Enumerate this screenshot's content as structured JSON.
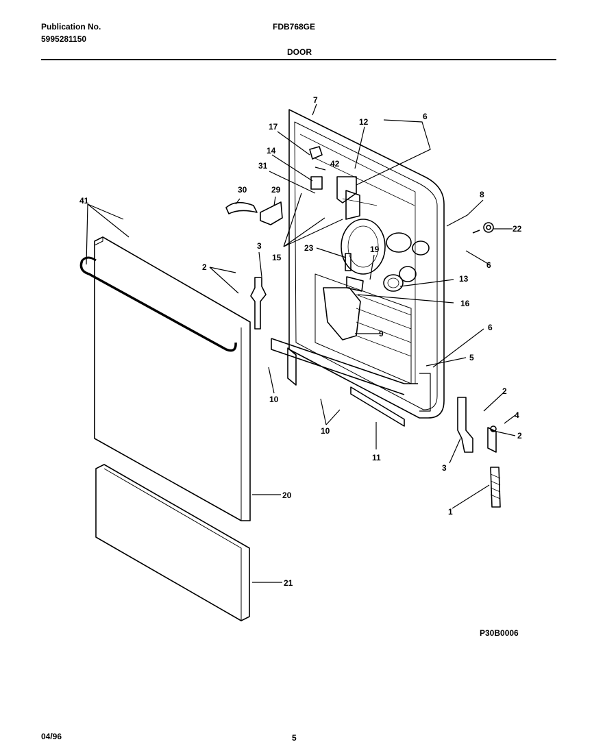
{
  "header": {
    "publication_label": "Publication No.",
    "publication_number": "5995281150",
    "model": "FDB768GE",
    "section": "DOOR"
  },
  "diagram": {
    "drawing_code": "P30B0006",
    "callouts": [
      "7",
      "6",
      "12",
      "17",
      "14",
      "42",
      "31",
      "30",
      "29",
      "41",
      "8",
      "22",
      "3",
      "15",
      "23",
      "19",
      "2",
      "13",
      "16",
      "9",
      "6",
      "6",
      "5",
      "10",
      "10",
      "11",
      "2",
      "4",
      "2",
      "3",
      "1",
      "20",
      "21"
    ]
  },
  "footer": {
    "date": "04/96",
    "page": "5"
  }
}
